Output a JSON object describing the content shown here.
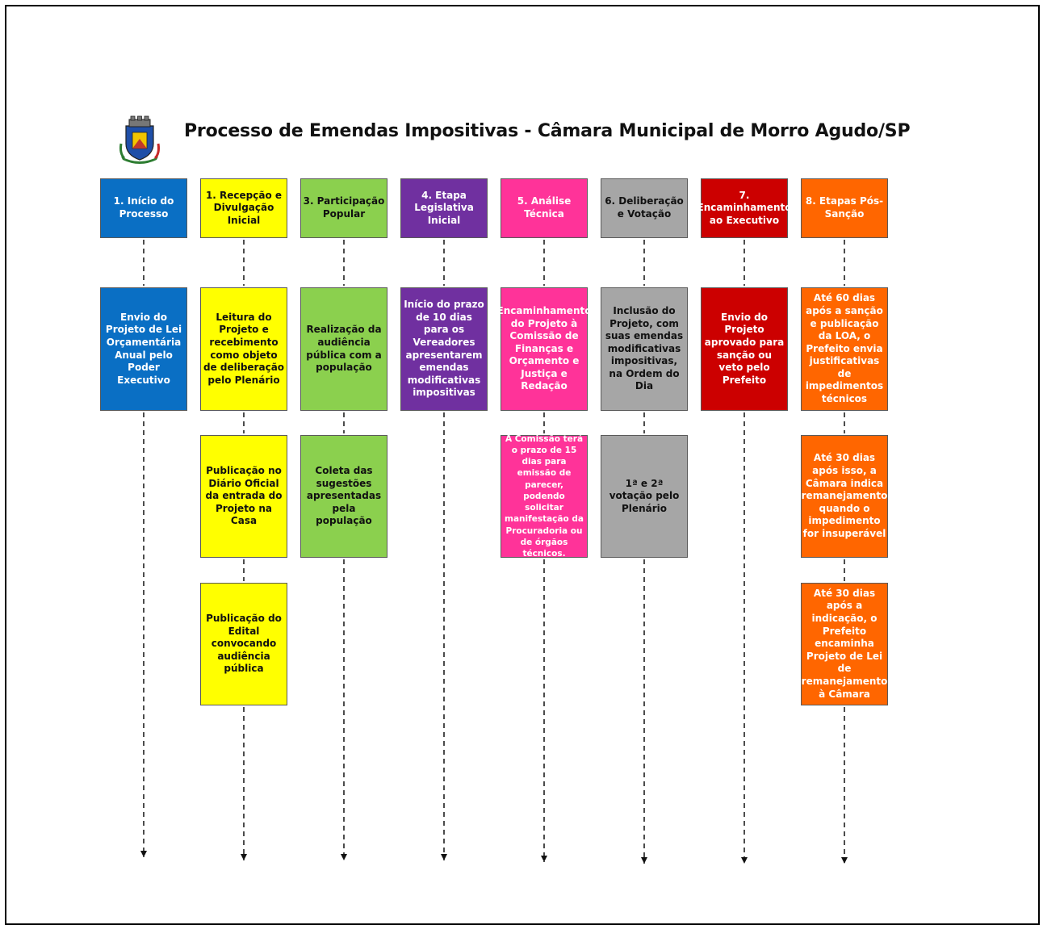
{
  "title": "Processo de Emendas Impositivas - Câmara Municipal de Morro Agudo/SP",
  "logo_icon": "municipal-coat-of-arms-icon",
  "colors": {
    "blue": "#0a6fc4",
    "yellow": "#ffff00",
    "green": "#8bd04e",
    "purple": "#7030a0",
    "pink": "#ff3399",
    "gray": "#a6a6a6",
    "red": "#cc0000",
    "orange": "#ff6600"
  },
  "columns": [
    {
      "header": "1. Início do Processo",
      "steps": [
        "Envio do Projeto de Lei Orçamentária Anual pelo Poder Executivo"
      ]
    },
    {
      "header": "1. Recepção e Divulgação Inicial",
      "steps": [
        "Leitura do Projeto e recebimento como objeto de deliberação pelo Plenário",
        "Publicação no Diário Oficial da entrada do Projeto na Casa",
        "Publicação do Edital convocando audiência pública"
      ]
    },
    {
      "header": "3. Participação Popular",
      "steps": [
        "Realização da audiência pública com a população",
        "Coleta das sugestões apresentadas pela população"
      ]
    },
    {
      "header": "4. Etapa Legislativa Inicial",
      "steps": [
        "Início do prazo de 10 dias para os Vereadores apresentarem emendas modificativas impositivas"
      ]
    },
    {
      "header": "5. Análise Técnica",
      "steps": [
        "Encaminhamento do Projeto à Comissão de Finanças e Orçamento e Justiça e Redação",
        "A Comissão terá o prazo de 15 dias para emissão de parecer, podendo solicitar manifestação da Procuradoria ou de órgãos técnicos."
      ]
    },
    {
      "header": "6. Deliberação e Votação",
      "steps": [
        "Inclusão do Projeto, com suas emendas modificativas impositivas, na Ordem do Dia",
        "1ª e 2ª votação pelo Plenário"
      ]
    },
    {
      "header": "7. Encaminhamento ao Executivo",
      "steps": [
        "Envio do Projeto aprovado para sanção ou veto pelo Prefeito"
      ]
    },
    {
      "header": "8. Etapas Pós-Sanção",
      "steps": [
        "Até 60 dias após a sanção e publicação da LOA, o Prefeito envia justificativas de impedimentos técnicos",
        "Até 30 dias após isso, a Câmara indica remanejamento quando o impedimento for insuperável",
        "Até 30 dias após a indicação, o Prefeito encaminha Projeto de Lei de remanejamento à Câmara"
      ]
    }
  ]
}
